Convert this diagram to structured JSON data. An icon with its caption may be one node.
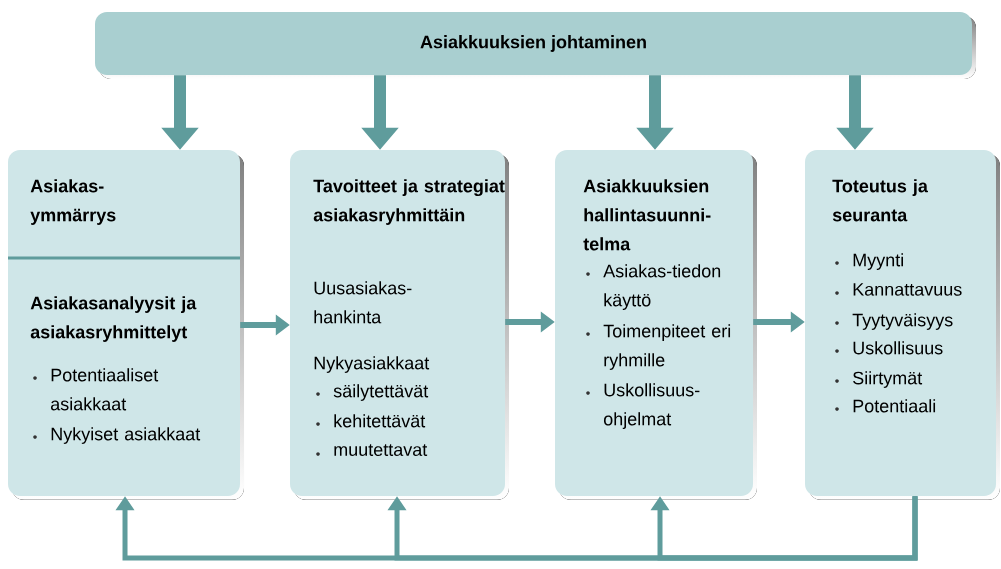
{
  "diagram": {
    "nodes": [
      {
        "text": [
          "Asiakkuuksien johtaminen"
        ]
      },
      {
        "text": [
          "Asiakas-ymmärrys",
          "Asiakasanalyysit ja asiakasryhmittelyt",
          "Potentiaaliset asiakkaat",
          "Nykyiset asiakkaat"
        ]
      },
      {
        "text": [
          "Tavoitteet ja strategiat asiakasryhmittäin",
          "Uusasiakas-hankinta",
          "Nykyasiakkaat",
          "säilytettävät",
          "kehitettävät",
          "muutettavat"
        ]
      },
      {
        "text": [
          "Asiakkuuksien hallintasuunni-telma",
          "Asiakas-tiedon käyttö",
          "Toimenpiteet eri ryhmille",
          "Uskollisuus-ohjelmat"
        ]
      },
      {
        "text": [
          "Toteutus ja seuranta",
          "Myynti",
          "Kannattavuus",
          "Tyytyväisyys",
          "Uskollisuus",
          "Siirtymät",
          "Potentiaali"
        ]
      }
    ],
    "edges": [
      {
        "from": 0,
        "to": 1,
        "arrow": "to",
        "style": "thick"
      },
      {
        "from": 0,
        "to": 2,
        "arrow": "to",
        "style": "thick"
      },
      {
        "from": 0,
        "to": 3,
        "arrow": "to",
        "style": "thick"
      },
      {
        "from": 0,
        "to": 4,
        "arrow": "to",
        "style": "thick"
      },
      {
        "from": 1,
        "to": 2,
        "arrow": "to"
      },
      {
        "from": 2,
        "to": 3,
        "arrow": "to"
      },
      {
        "from": 3,
        "to": 4,
        "arrow": "to"
      },
      {
        "from": 4,
        "to": 1,
        "arrow": "to"
      },
      {
        "from": 4,
        "to": 2,
        "arrow": "to"
      },
      {
        "from": 4,
        "to": 3,
        "arrow": "to"
      }
    ]
  }
}
